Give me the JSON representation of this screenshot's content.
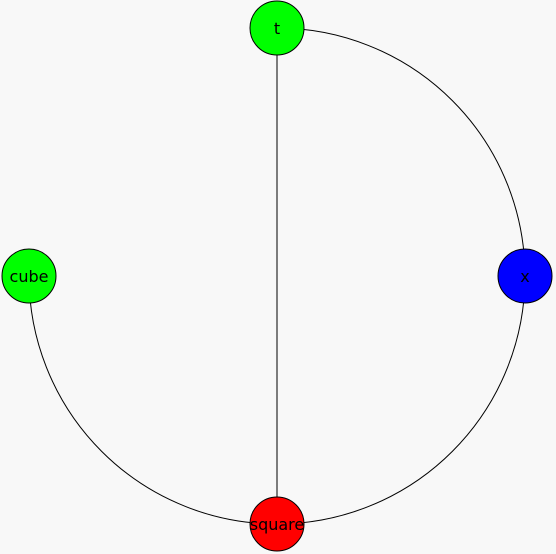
{
  "graph": {
    "background": "#f8f8f8",
    "nodes": [
      {
        "id": "t",
        "label": "t",
        "color": "#00ff00"
      },
      {
        "id": "cube",
        "label": "cube",
        "color": "#00ff00"
      },
      {
        "id": "x",
        "label": "x",
        "color": "#0000ff"
      },
      {
        "id": "square",
        "label": "square",
        "color": "#ff0000"
      }
    ],
    "edges": [
      {
        "source": "t",
        "target": "x"
      },
      {
        "source": "t",
        "target": "square"
      },
      {
        "source": "x",
        "target": "square"
      },
      {
        "source": "cube",
        "target": "square"
      }
    ]
  }
}
